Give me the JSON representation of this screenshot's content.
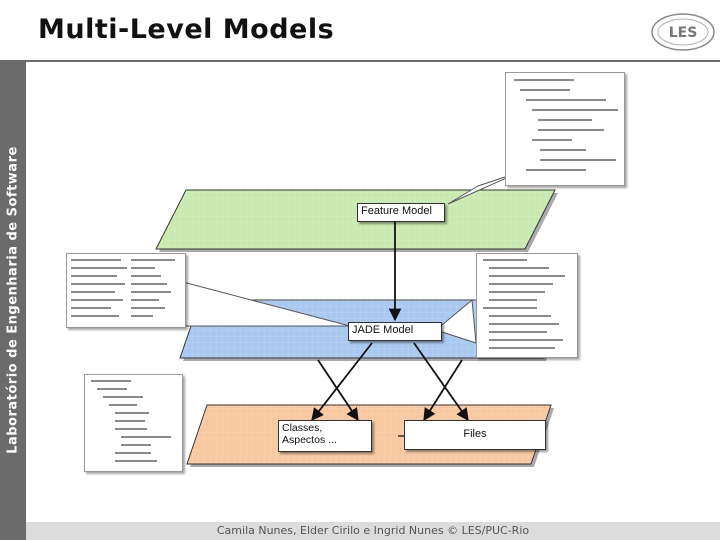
{
  "title": "Multi-Level Models",
  "sidebar": {
    "text": "Laboratório de Engenharia de Software"
  },
  "logo": {
    "text": "LES"
  },
  "footer": {
    "text": "Camila Nunes, Elder Cirilo e Ingrid Nunes © LES/PUC-Rio"
  },
  "layers": {
    "feature": {
      "label": "Feature Model",
      "color": "#c8eab0"
    },
    "jade": {
      "label": "JADE Model",
      "color": "#a8c8f0"
    },
    "code": {
      "labels": [
        "Classes,",
        "Aspectos ..."
      ],
      "files_label": "Files",
      "color": "#f8c8a0"
    }
  }
}
